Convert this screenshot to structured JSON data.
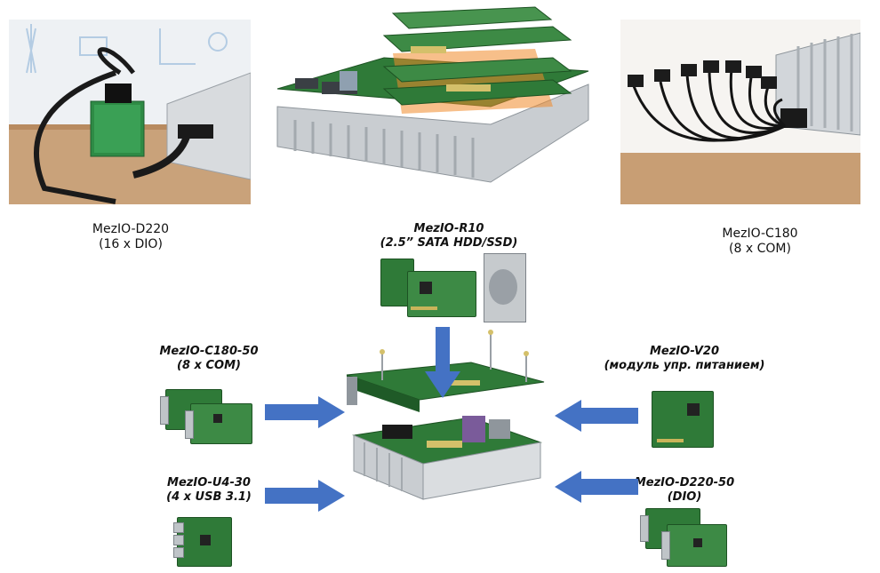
{
  "top_left": {
    "line1": "MezIO-D220",
    "line2": "(16 x DIO)"
  },
  "top_right": {
    "line1": "MezIO-C180",
    "line2": "(8 x COM)"
  },
  "center_top": {
    "line1": "MezIO-R10",
    "line2": "(2.5” SATA HDD/SSD)"
  },
  "left_upper": {
    "line1": "MezIO-C180-50",
    "line2": "(8 x COM)"
  },
  "left_lower": {
    "line1": "MezIO-U4-30",
    "line2": "(4 x USB 3.1)"
  },
  "right_upper": {
    "line1": "MezIO-V20",
    "line2": "(модуль упр. питанием)"
  },
  "right_lower": {
    "line1": "MezIO-D220-50",
    "line2": "(DIO)"
  },
  "colors": {
    "arrow": "#4472c4",
    "pcb": "#2f7a38",
    "heatsink": "#d9dcdf",
    "orange": "#f08a2a"
  },
  "icons": [
    "arrow-right-icon",
    "arrow-down-icon",
    "arrow-left-icon"
  ]
}
